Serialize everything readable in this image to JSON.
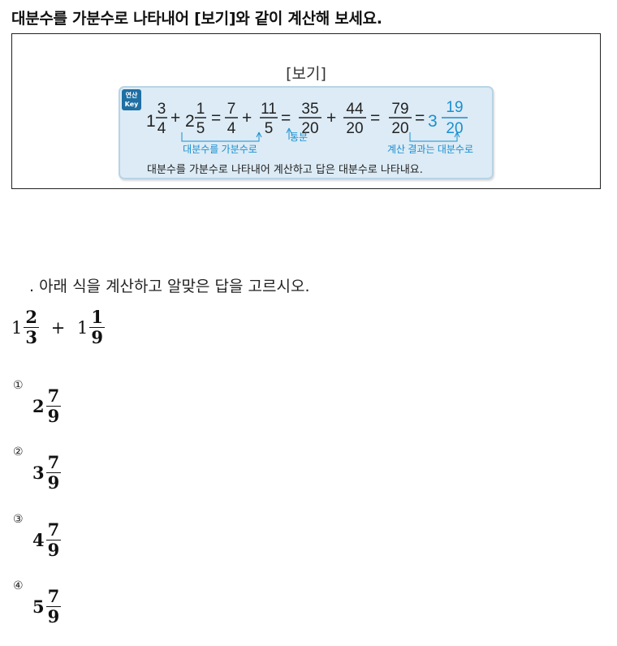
{
  "title": "대분수를 가분수로 나타내어 [보기]와 같이 계산해 보세요.",
  "example": {
    "label": "[보기]",
    "badge_line1": "연산",
    "badge_line2": "Key",
    "equation": {
      "mixed1": {
        "whole": "1",
        "num": "3",
        "den": "4"
      },
      "plus1": "+",
      "mixed2": {
        "whole": "2",
        "num": "1",
        "den": "5"
      },
      "eq1": "=",
      "f1": {
        "num": "7",
        "den": "4"
      },
      "plus2": "+",
      "f2": {
        "num": "11",
        "den": "5"
      },
      "eq2": "=",
      "f3": {
        "num": "35",
        "den": "20"
      },
      "plus3": "+",
      "f4": {
        "num": "44",
        "den": "20"
      },
      "eq3": "=",
      "f5": {
        "num": "79",
        "den": "20"
      },
      "eq4": "=",
      "result": {
        "whole": "3",
        "num": "19",
        "den": "20"
      }
    },
    "annotation_convert": "대분수를 가분수로",
    "annotation_common": "통분",
    "annotation_result": "계산 결과는 대분수로",
    "note": "대분수를 가분수로 나타내어 계산하고 답은 대분수로 나타내요."
  },
  "question": {
    "prompt": ". 아래 식을 계산하고 알맞은 답을 고르시오.",
    "expr": {
      "a": {
        "whole": "1",
        "num": "2",
        "den": "3"
      },
      "op": "+",
      "b": {
        "whole": "1",
        "num": "1",
        "den": "9"
      }
    }
  },
  "choices": [
    {
      "marker": "①",
      "whole": "2",
      "num": "7",
      "den": "9"
    },
    {
      "marker": "②",
      "whole": "3",
      "num": "7",
      "den": "9"
    },
    {
      "marker": "③",
      "whole": "4",
      "num": "7",
      "den": "9"
    },
    {
      "marker": "④",
      "whole": "5",
      "num": "7",
      "den": "9"
    }
  ],
  "colors": {
    "accent_blue": "#1a8fd0",
    "card_bg": "#dcebf5",
    "badge_blue": "#1f6fa3"
  }
}
